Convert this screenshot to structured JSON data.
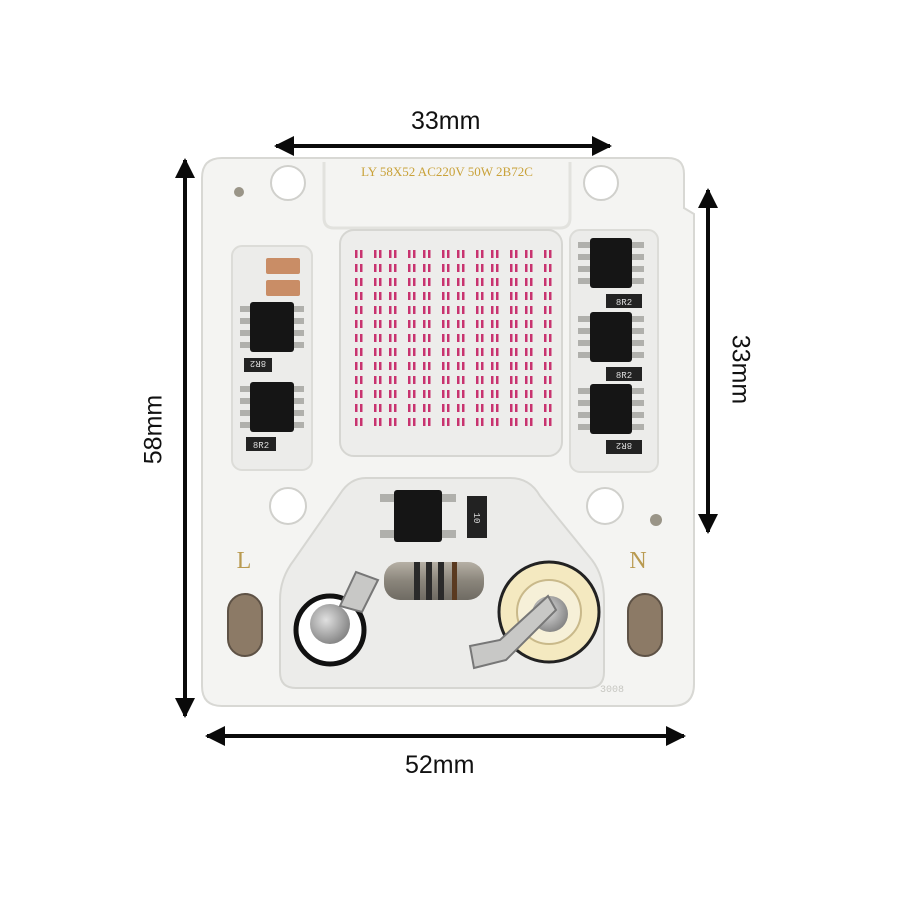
{
  "dimensions": {
    "top_width": "33mm",
    "right_height": "33mm",
    "left_height": "58mm",
    "bottom_width": "52mm"
  },
  "board": {
    "silkscreen": "LY 58X52 AC220V 50W 2B72C",
    "terminal_left": "L",
    "terminal_right": "N",
    "resistor_code": "8R2",
    "bridge_resistor_code": "10",
    "board_code": "3008"
  },
  "colors": {
    "board": "#f4f4f2",
    "coating": "#ededeb",
    "led_chip": "#c8336f",
    "ic_black": "#151515",
    "arrow": "#0a0a0a"
  }
}
